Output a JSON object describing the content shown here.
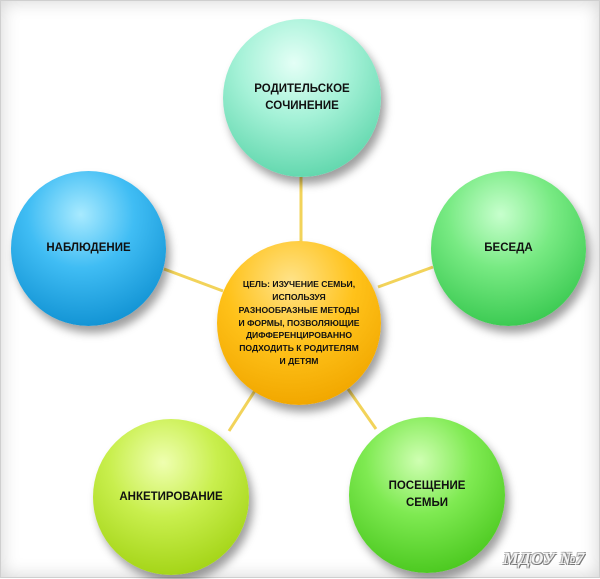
{
  "diagram": {
    "center": {
      "label": "ЦЕЛЬ: ИЗУЧЕНИЕ СЕМЬИ, ИСПОЛЬЗУЯ РАЗНООБРАЗНЫЕ МЕТОДЫ И ФОРМЫ, ПОЗВОЛЯЮЩИЕ ДИФФЕРЕНЦИРОВАННО ПОДХОДИТЬ К РОДИТЕЛЯМ И ДЕТЯМ",
      "color": "#ffc21a"
    },
    "nodes": [
      {
        "id": "top",
        "label": "РОДИТЕЛЬСКОЕ СОЧИНЕНИЕ",
        "color": "#7fe3c0"
      },
      {
        "id": "left",
        "label": "НАБЛЮДЕНИЕ",
        "color": "#28a9e8"
      },
      {
        "id": "right",
        "label": "БЕСЕДА",
        "color": "#55d868"
      },
      {
        "id": "bottom-left",
        "label": "АНКЕТИРОВАНИЕ",
        "color": "#b8e630"
      },
      {
        "id": "bottom-right",
        "label": "ПОСЕЩЕНИЕ СЕМЬИ",
        "color": "#66dd3a"
      }
    ],
    "connector_color": "#f2d35a"
  },
  "watermark": "МДОУ №7"
}
